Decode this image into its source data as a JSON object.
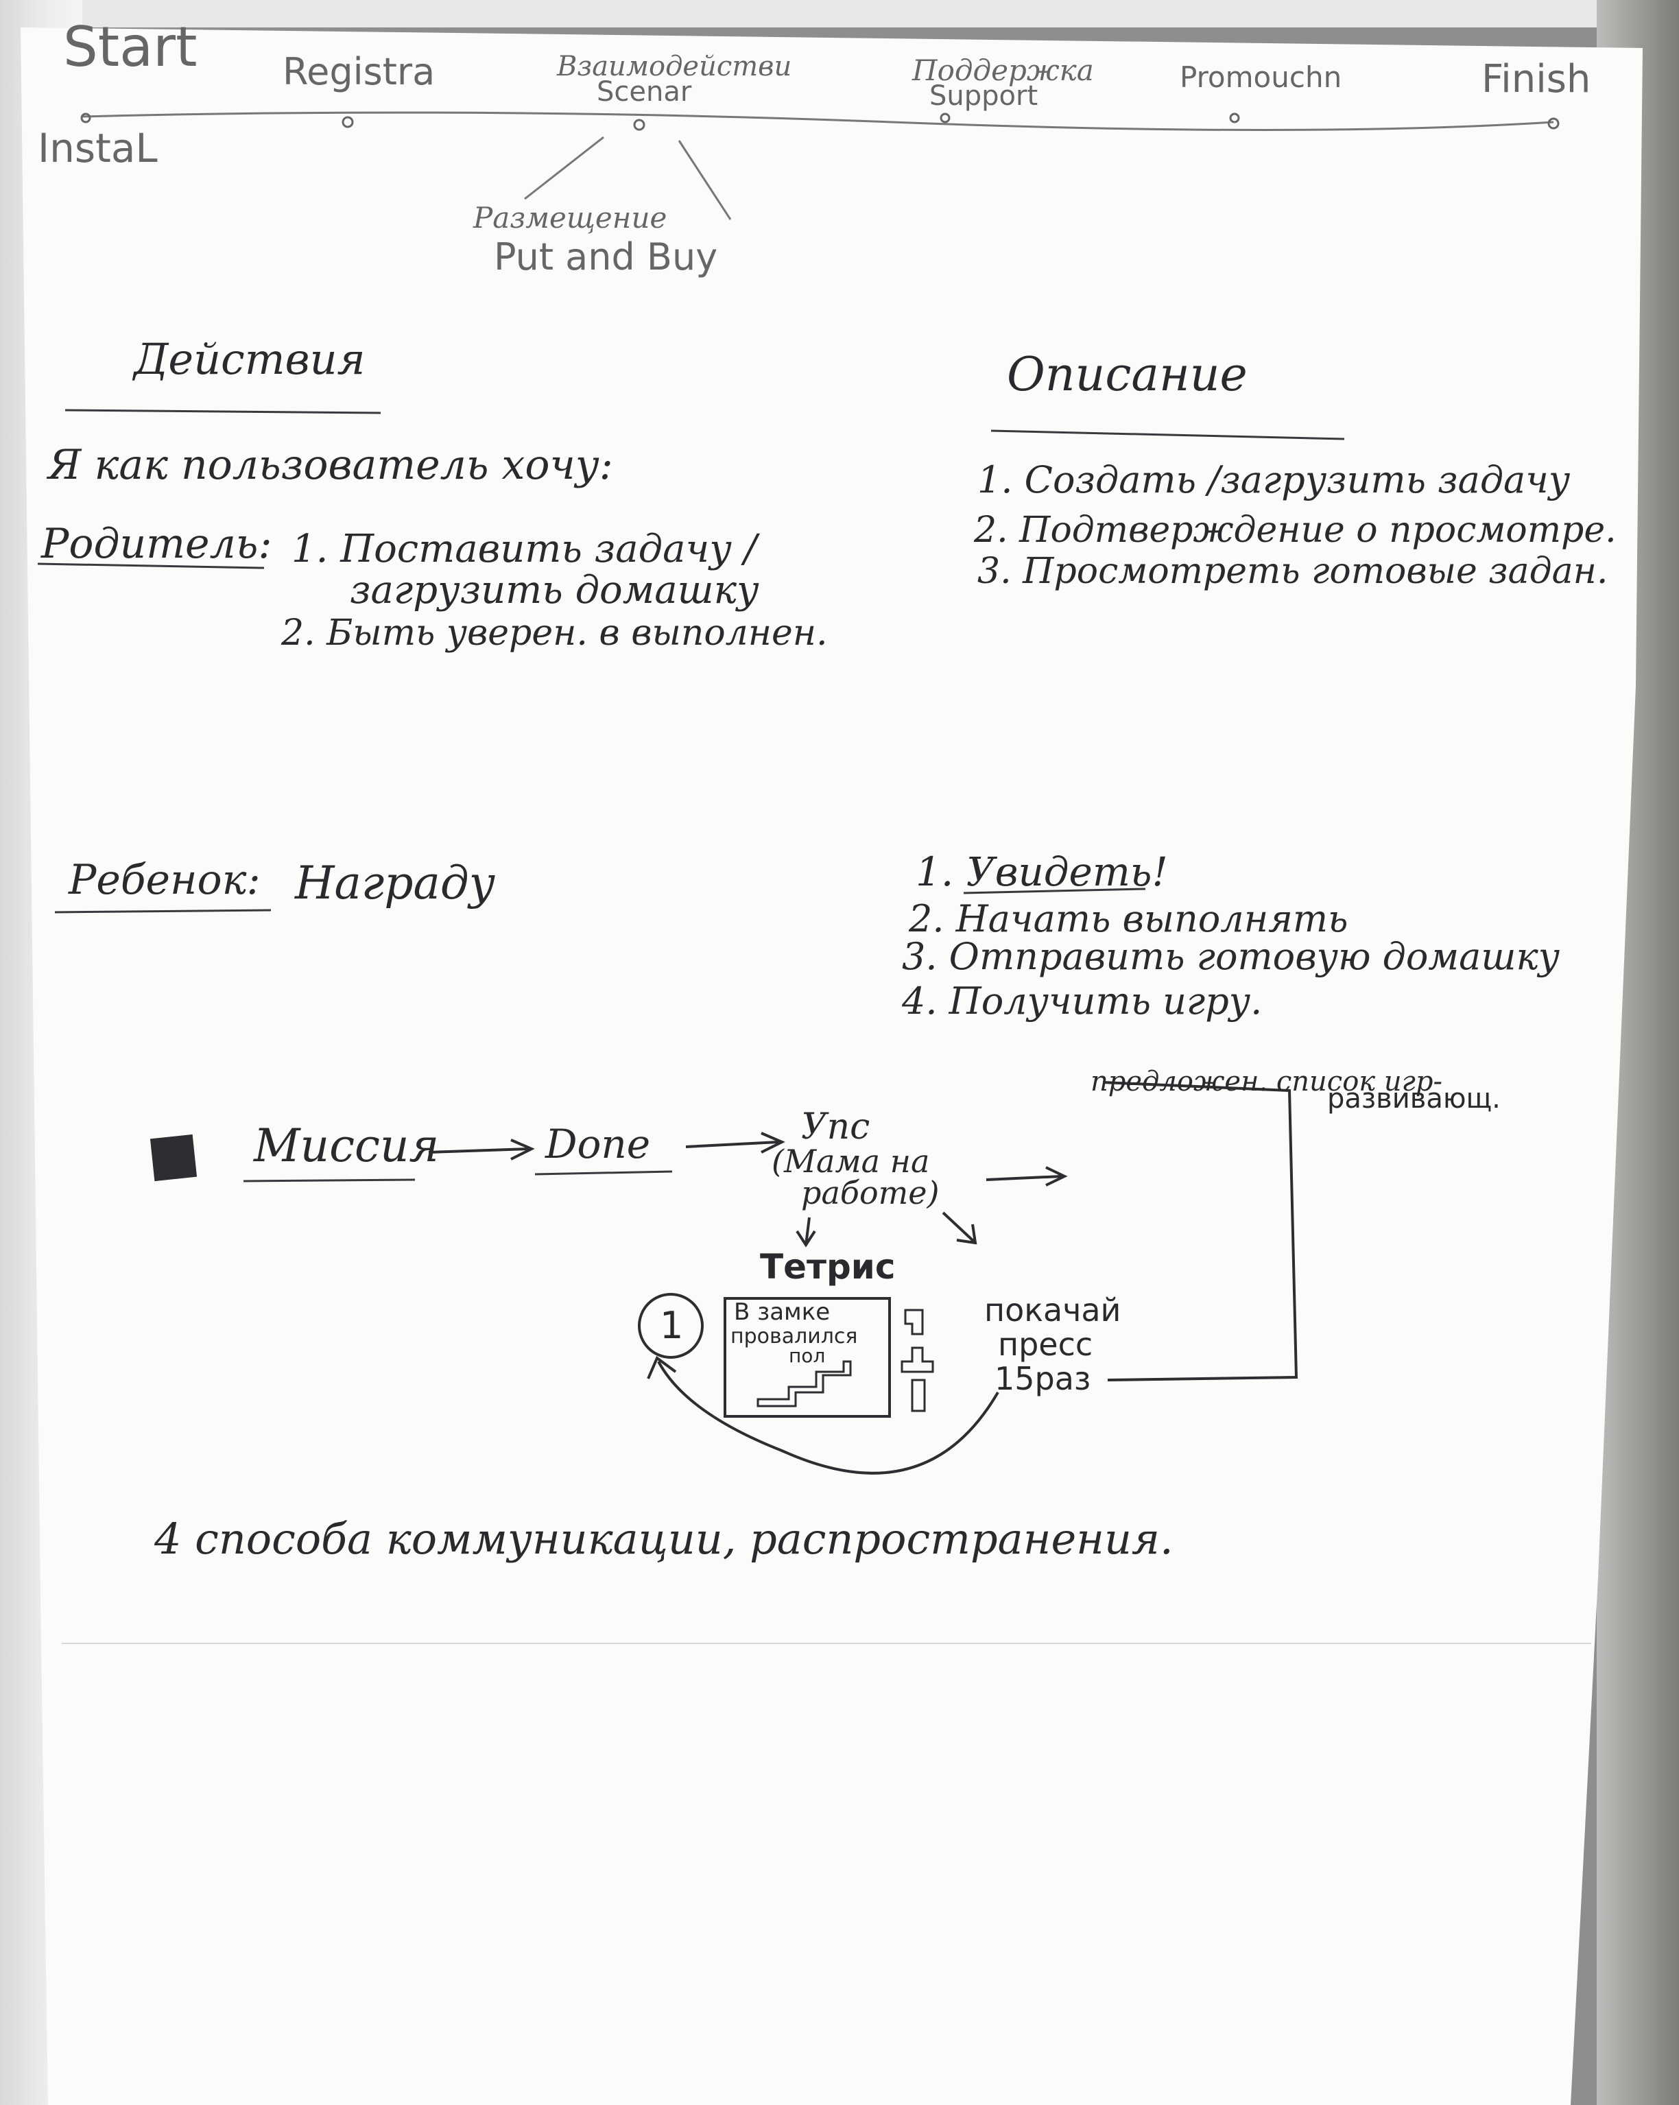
{
  "timeline": {
    "start": "Start",
    "install": "InstaL",
    "registration": "Registra",
    "interaction_ru": "Взаимодействи",
    "interaction_en": "Scenar",
    "support_ru": "Поддержка",
    "support_en": "Support",
    "promotion": "Promouchn",
    "finish": "Finish",
    "branch_ru": "Размещение",
    "branch_en": "Put and Buy"
  },
  "headers": {
    "actions": "Действия",
    "description": "Описание"
  },
  "intro": "Я как пользователь хочу:",
  "parent": {
    "label": "Родитель:",
    "actions": [
      "1. Поставить задачу /",
      "загрузить домашку",
      "2. Быть уверен. в выполнен."
    ],
    "description": [
      "1. Создать /загрузить задачу",
      "2. Подтверждение о просмотре.",
      "3. Просмотреть готовые задан."
    ]
  },
  "child": {
    "label": "Ребенок:",
    "action": "Награду",
    "description": [
      "1. Увидеть!",
      "2. Начать выполнять",
      "3. Отправить готовую домашку",
      "4. Получить игру."
    ]
  },
  "flow": {
    "mission": "Миссия",
    "done": "Done",
    "oops": [
      "Упс",
      "(Мама на",
      "работе)"
    ],
    "list_title": [
      "предложен. список игр-",
      "развивающ."
    ],
    "tetris": "Тетрис",
    "castle": [
      "В замке",
      "провалился",
      "пол"
    ],
    "pressups": [
      "покачай",
      "пресс",
      "15раз"
    ],
    "circle_number": "1"
  },
  "footer": "4 способа коммуникации, распространения."
}
